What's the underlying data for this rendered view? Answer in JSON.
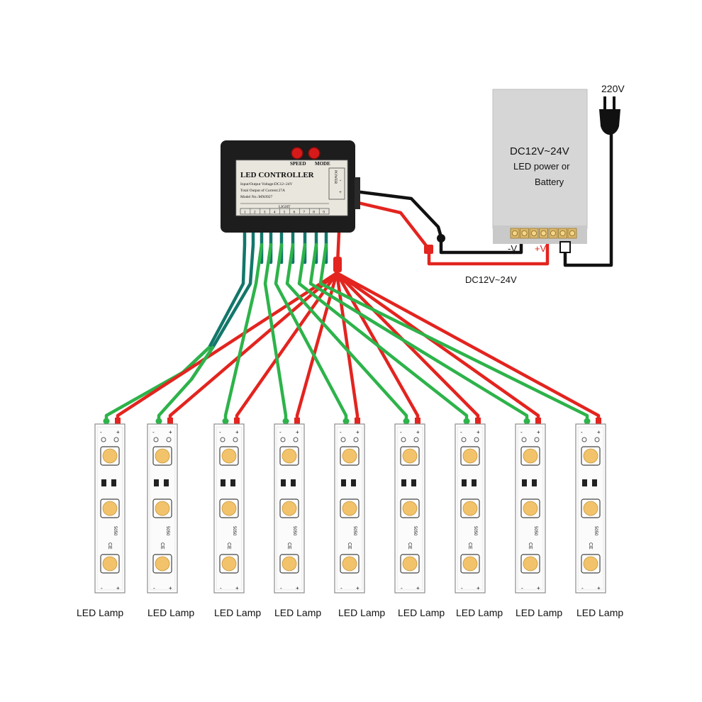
{
  "controller": {
    "buttons": [
      "SPEED",
      "MODE"
    ],
    "title": "LED CONTROLLER",
    "spec_lines": [
      "Input/Output Voltage:DC12~24V",
      "Total Output of Current:27A",
      "Model No.:MX0927"
    ],
    "power_label": "POWER",
    "power_minus": "-",
    "power_plus": "+",
    "light_label": "LIGHT",
    "channels": [
      "1",
      "2",
      "3",
      "4",
      "5",
      "6",
      "7",
      "8",
      "9"
    ]
  },
  "power_supply": {
    "lines": [
      "DC12V~24V",
      "LED power or",
      "Battery"
    ],
    "neg_label": "-V",
    "pos_label": "+V",
    "dc_label": "DC12V~24V"
  },
  "plug": {
    "label": "220V",
    "icon": "power-plug-icon"
  },
  "strip_labels": [
    "LED Lamp",
    "LED Lamp",
    "LED Lamp",
    "LED Lamp",
    "LED Lamp",
    "LED Lamp",
    "LED Lamp",
    "LED Lamp",
    "LED Lamp"
  ],
  "strip_text": {
    "minus": "-",
    "plus": "+",
    "ce": "CE",
    "model": "5050"
  },
  "colors": {
    "green_wire": "#2db34a",
    "red_wire": "#e3241f",
    "teal_wire": "#12776a",
    "black_wire": "#111111",
    "led_chip": "#f2c36b",
    "controller_body": "#1d1d1d",
    "controller_label": "#e9e6dd",
    "psu_body": "#d6d6d6",
    "button": "#d61a1a"
  }
}
